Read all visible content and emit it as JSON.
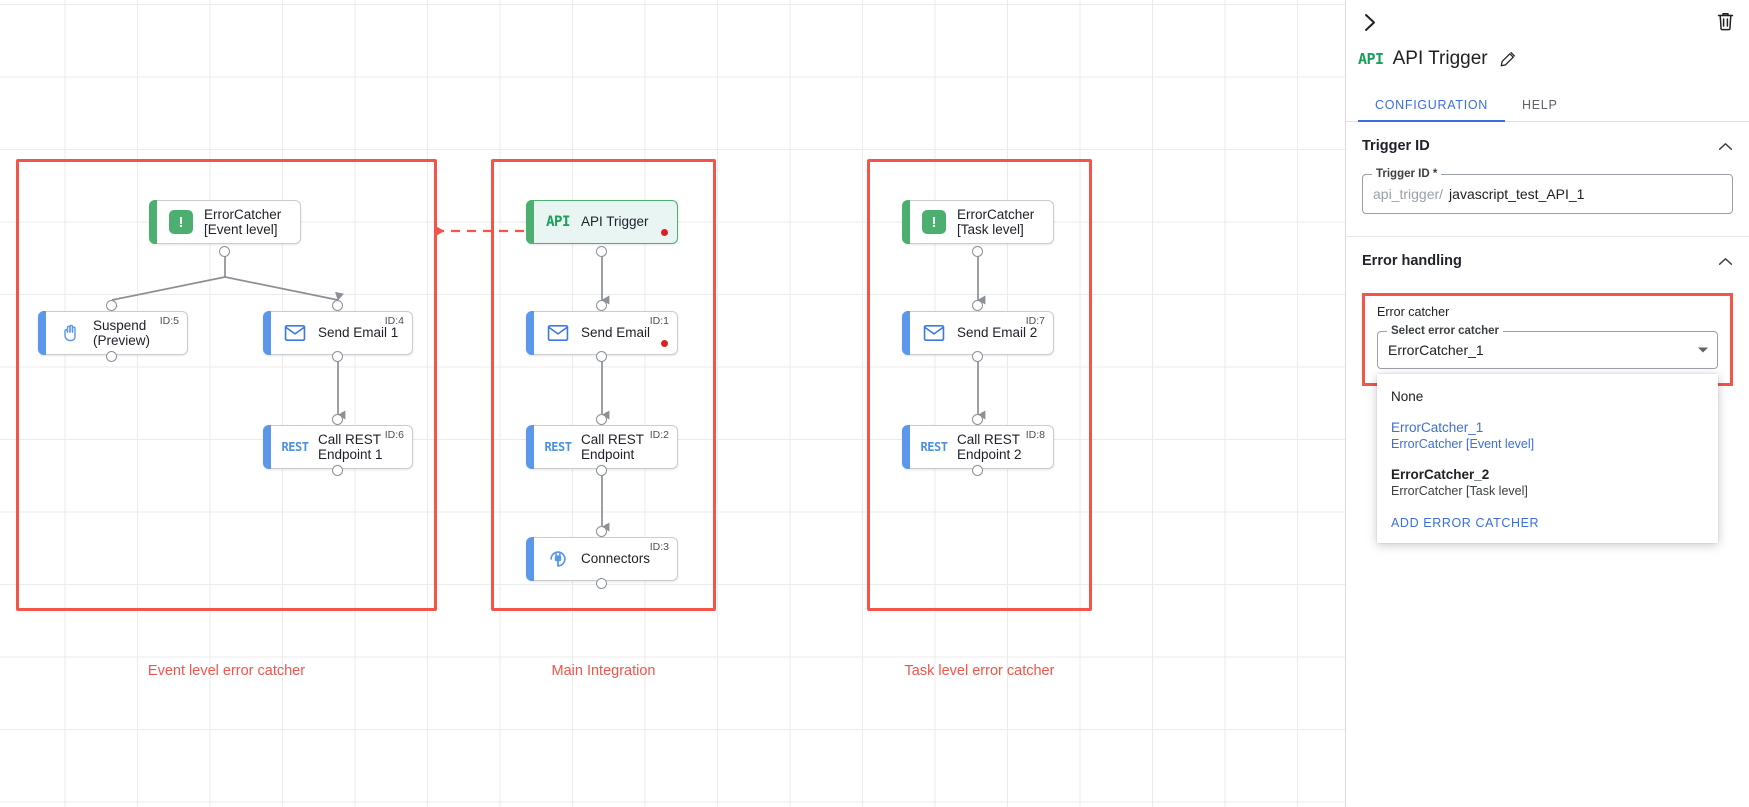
{
  "canvas": {
    "groups": [
      {
        "label": "Event level error catcher"
      },
      {
        "label": "Main Integration"
      },
      {
        "label": "Task level error catcher"
      }
    ],
    "nodes": [
      {
        "label": "ErrorCatcher\n[Event level]",
        "icon": "error-catcher-icon",
        "id": ""
      },
      {
        "label": "Suspend\n(Preview)",
        "icon": "suspend-hand-icon",
        "id": "ID:5"
      },
      {
        "label": "Send Email 1",
        "icon": "email-icon",
        "id": "ID:4"
      },
      {
        "label": "Call REST\nEndpoint 1",
        "icon": "rest-icon",
        "id": "ID:6"
      },
      {
        "label": "API Trigger",
        "icon": "api-icon",
        "id": ""
      },
      {
        "label": "Send Email",
        "icon": "email-icon",
        "id": "ID:1"
      },
      {
        "label": "Call REST\nEndpoint",
        "icon": "rest-icon",
        "id": "ID:2"
      },
      {
        "label": "Connectors",
        "icon": "connectors-plug-icon",
        "id": "ID:3"
      },
      {
        "label": "ErrorCatcher\n[Task level]",
        "icon": "error-catcher-icon",
        "id": ""
      },
      {
        "label": "Send Email 2",
        "icon": "email-icon",
        "id": "ID:7"
      },
      {
        "label": "Call REST\nEndpoint 2",
        "icon": "rest-icon",
        "id": "ID:8"
      }
    ]
  },
  "panel": {
    "icon_text": "API",
    "title": "API Trigger",
    "tabs": [
      {
        "label": "CONFIGURATION",
        "active": true
      },
      {
        "label": "HELP",
        "active": false
      }
    ],
    "sections": {
      "trigger_id": {
        "title": "Trigger ID",
        "field_legend": "Trigger ID *",
        "prefix": "api_trigger/",
        "value": "javascript_test_API_1"
      },
      "error_handling": {
        "title": "Error handling",
        "error_catcher_title": "Error catcher",
        "select_legend": "Select error catcher",
        "selected": "ErrorCatcher_1",
        "options": [
          {
            "primary": "None",
            "secondary": "",
            "selected": false
          },
          {
            "primary": "ErrorCatcher_1",
            "secondary": "ErrorCatcher [Event level]",
            "selected": true
          },
          {
            "primary": "ErrorCatcher_2",
            "secondary": "ErrorCatcher [Task level]",
            "selected": false
          }
        ],
        "add_action": "ADD ERROR CATCHER"
      }
    }
  },
  "colors": {
    "accent_blue": "#3c6ede",
    "error_red": "#f4544a",
    "node_blue": "#5b97ea",
    "node_green": "#4caf70",
    "status_dot": "#e02020"
  }
}
